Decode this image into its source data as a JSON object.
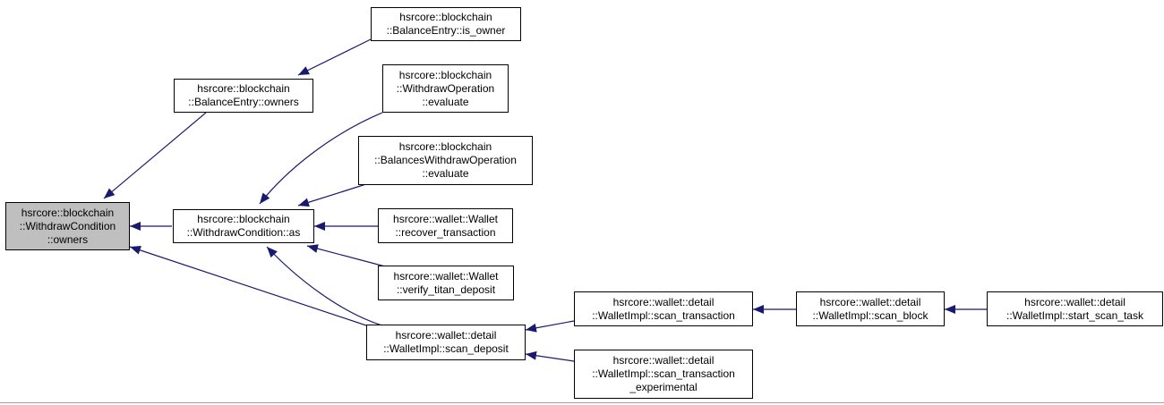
{
  "graph": {
    "edge_color": "#191970",
    "root_fill": "#bfbfbf",
    "nodes": [
      {
        "id": "root",
        "lines": [
          "hsrcore::blockchain",
          "::WithdrawCondition",
          "::owners"
        ]
      },
      {
        "id": "is_owner",
        "lines": [
          "hsrcore::blockchain",
          "::BalanceEntry::is_owner"
        ]
      },
      {
        "id": "owners",
        "lines": [
          "hsrcore::blockchain",
          "::BalanceEntry::owners"
        ]
      },
      {
        "id": "wo_eval",
        "lines": [
          "hsrcore::blockchain",
          "::WithdrawOperation",
          "::evaluate"
        ]
      },
      {
        "id": "bwo_eval",
        "lines": [
          "hsrcore::blockchain",
          "::BalancesWithdrawOperation",
          "::evaluate"
        ]
      },
      {
        "id": "as",
        "lines": [
          "hsrcore::blockchain",
          "::WithdrawCondition::as"
        ]
      },
      {
        "id": "recover",
        "lines": [
          "hsrcore::wallet::Wallet",
          "::recover_transaction"
        ]
      },
      {
        "id": "titan",
        "lines": [
          "hsrcore::wallet::Wallet",
          "::verify_titan_deposit"
        ]
      },
      {
        "id": "scan_tx",
        "lines": [
          "hsrcore::wallet::detail",
          "::WalletImpl::scan_transaction"
        ]
      },
      {
        "id": "scan_block",
        "lines": [
          "hsrcore::wallet::detail",
          "::WalletImpl::scan_block"
        ]
      },
      {
        "id": "start_scan",
        "lines": [
          "hsrcore::wallet::detail",
          "::WalletImpl::start_scan_task"
        ]
      },
      {
        "id": "scan_dep",
        "lines": [
          "hsrcore::wallet::detail",
          "::WalletImpl::scan_deposit"
        ]
      },
      {
        "id": "scan_tx_exp",
        "lines": [
          "hsrcore::wallet::detail",
          "::WalletImpl::scan_transaction",
          "_experimental"
        ]
      }
    ]
  }
}
